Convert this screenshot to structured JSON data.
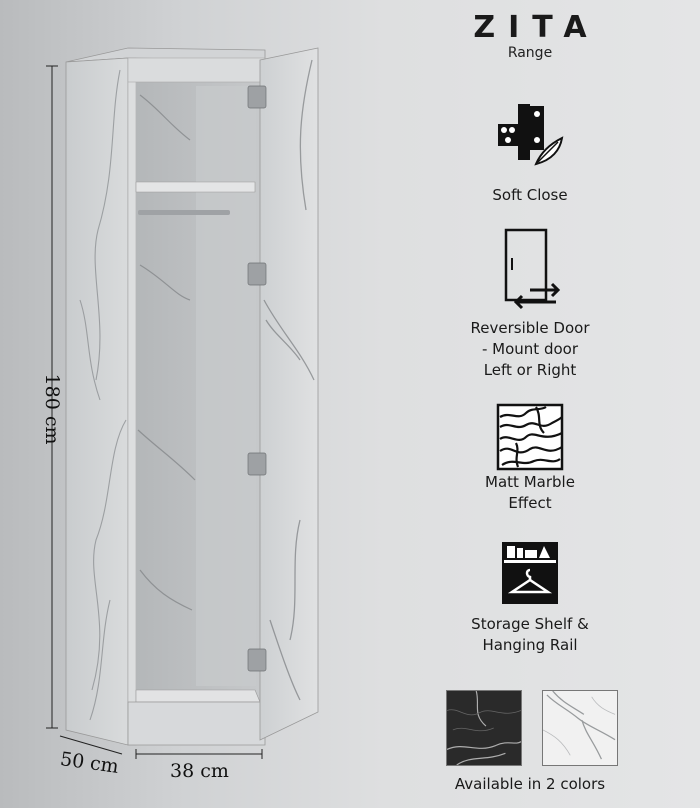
{
  "brand": {
    "title": "ZITA",
    "subtitle": "Range"
  },
  "dimensions": {
    "height": "180 cm",
    "depth": "50 cm",
    "width": "38 cm"
  },
  "features": [
    {
      "label_lines": [
        "Soft Close"
      ],
      "icon": "soft-close-hinge-icon"
    },
    {
      "label_lines": [
        "Reversible Door",
        "- Mount door",
        "Left or Right"
      ],
      "icon": "reversible-door-icon"
    },
    {
      "label_lines": [
        "Matt Marble",
        "Effect"
      ],
      "icon": "marble-pattern-icon"
    },
    {
      "label_lines": [
        "Storage Shelf &",
        "Hanging Rail"
      ],
      "icon": "shelf-hanger-icon"
    }
  ],
  "colors": {
    "label": "Available in 2 colors",
    "swatches": [
      {
        "name": "black-marble",
        "hex": "#2a2a2a"
      },
      {
        "name": "white-marble",
        "hex": "#eeeeee"
      }
    ]
  }
}
